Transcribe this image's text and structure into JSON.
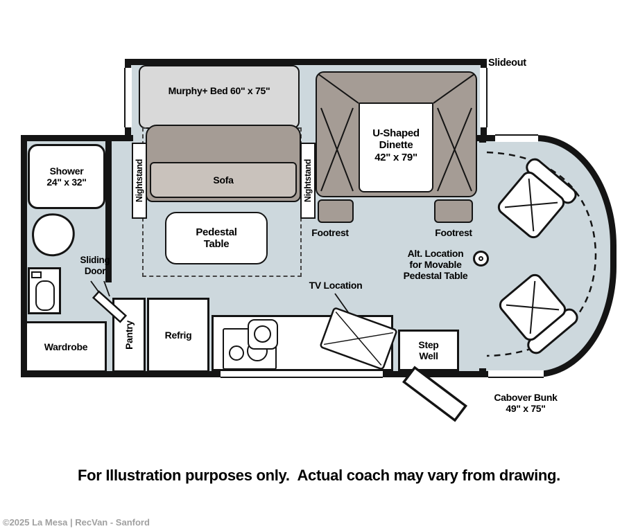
{
  "plan": {
    "slideout_label": "Slideout",
    "bedroom": {
      "murphy_bed": "Murphy+ Bed 60\" x 75\"",
      "sofa": "Sofa",
      "nightstand_left": "Nightstand",
      "nightstand_right": "Nightstand",
      "pedestal_table": [
        "Pedestal",
        "Table"
      ]
    },
    "dinette": {
      "label": [
        "U-Shaped",
        "Dinette",
        "42\" x 79\""
      ],
      "footrest_left": "Footrest",
      "footrest_right": "Footrest",
      "alt_table": [
        "Alt. Location",
        "for Movable",
        "Pedestal Table"
      ]
    },
    "bathroom": {
      "shower": [
        "Shower",
        "24\" x 32\""
      ],
      "sliding_door": [
        "Sliding",
        "Door"
      ]
    },
    "storage": {
      "wardrobe": "Wardrobe",
      "pantry": "Pantry",
      "refrig": "Refrig"
    },
    "media": {
      "tv_location": "TV Location"
    },
    "entry": {
      "step_well": [
        "Step",
        "Well"
      ]
    },
    "cab": {
      "cabover_bunk": [
        "Cabover Bunk",
        "49\" x 75\""
      ]
    }
  },
  "footer": {
    "disclaimer": "For Illustration purposes only.  Actual coach may vary from drawing.",
    "watermark": "©2025 La Mesa | RecVan - Sanford"
  },
  "colors": {
    "floor": "#cdd8dd",
    "upholstery": "#a59c95",
    "bed_gray": "#d9d9d9",
    "seat_light": "#c9c2bc",
    "wall": "#141414",
    "watermark_gray": "#a0a0a0"
  }
}
